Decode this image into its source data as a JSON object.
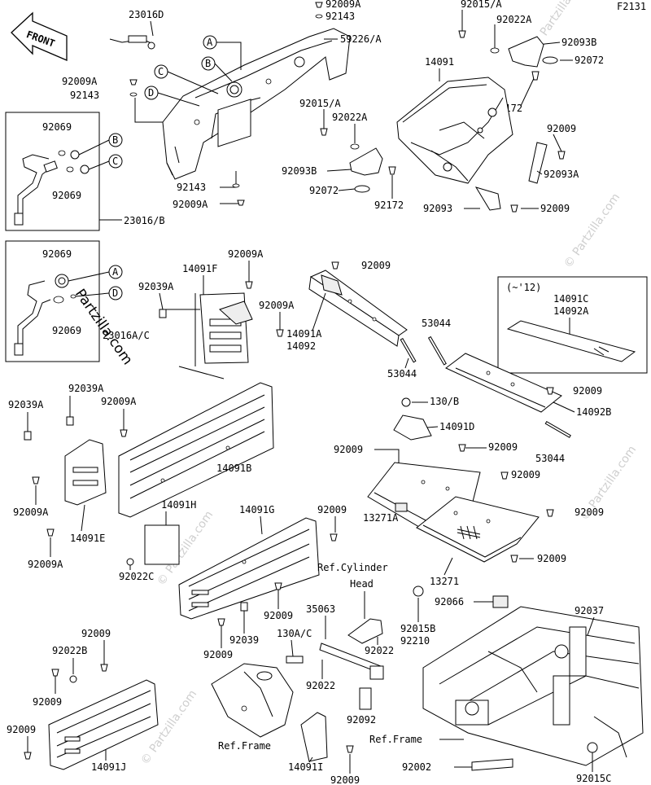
{
  "header": {
    "figure_code": "F2131",
    "front_label": "FRONT"
  },
  "watermark": {
    "text": "Partzilla.com",
    "copyright": "© Partzilla.com"
  },
  "callouts": {
    "a": "A",
    "b": "B",
    "c": "C",
    "d": "D"
  },
  "refs": {
    "cylinder_head_1": "Ref.Cylinder",
    "cylinder_head_2": "Head",
    "frame_left": "Ref.Frame",
    "frame_right": "Ref.Frame",
    "range_1": "(~'12)"
  },
  "labels": {
    "p23016D": "23016D",
    "p92009A_top": "92009A",
    "p92143_top": "92143",
    "p59226A": "59226/A",
    "p92015A_top": "92015/A",
    "p92022A_top": "92022A",
    "p92093B_top": "92093B",
    "p92072_top": "92072",
    "p14091": "14091",
    "p92172_top": "92172",
    "p92009_r1": "92009",
    "p92093A": "92093A",
    "p92093": "92093",
    "p92009_r2": "92009",
    "p92009A_l": "92009A",
    "p92143_l": "92143",
    "p92015A_m": "92015/A",
    "p92022A_m": "92022A",
    "p92093B_m": "92093B",
    "p92072_m": "92072",
    "p92172_m": "92172",
    "p92143_m": "92143",
    "p92009A_m": "92009A",
    "p92069_1": "92069",
    "p92069_2": "92069",
    "p23016B": "23016/B",
    "p92069_3": "92069",
    "p92069_4": "92069",
    "p23016AC": "23016A/C",
    "p14091F": "14091F",
    "p92009A_f1": "92009A",
    "p92039A_f": "92039A",
    "p92009A_f2": "92009A",
    "p92009_a1": "92009",
    "p14091A": "14091A",
    "p14092": "14092",
    "p53044_1": "53044",
    "p53044_2": "53044",
    "p14091C": "14091C",
    "p14092A": "14092A",
    "p92009_c1": "92009",
    "p14092B": "14092B",
    "p53044_3": "53044",
    "p92039A_1": "92039A",
    "p92039A_2": "92039A",
    "p92009A_b1": "92009A",
    "p14091B": "14091B",
    "p92009A_e1": "92009A",
    "p14091E": "14091E",
    "p92009A_e2": "92009A",
    "p130B": "130/B",
    "p14091D": "14091D",
    "p92009_d1": "92009",
    "p92009_d2": "92009",
    "p92009_d3": "92009",
    "p13271A": "13271A",
    "p92009_d4": "92009",
    "p92009_d5": "92009",
    "p13271": "13271",
    "p14091H": "14091H",
    "p14091G": "14091G",
    "p92009_g1": "92009",
    "p92022C": "92022C",
    "p92009_g2": "92009",
    "p92039": "92039",
    "p92009_g3": "92009",
    "p35063": "35063",
    "p92015B": "92015B",
    "p92210": "92210",
    "p92022_1": "92022",
    "p130AC": "130A/C",
    "p92022_2": "92022",
    "p92092": "92092",
    "p92037": "92037",
    "p92066": "92066",
    "p92009_j1": "92009",
    "p92022B": "92022B",
    "p92009_j2": "92009",
    "p92009_j3": "92009",
    "p14091J": "14091J",
    "p14091I": "14091I",
    "p92009_i1": "92009",
    "p92002": "92002",
    "p92015C": "92015C"
  }
}
